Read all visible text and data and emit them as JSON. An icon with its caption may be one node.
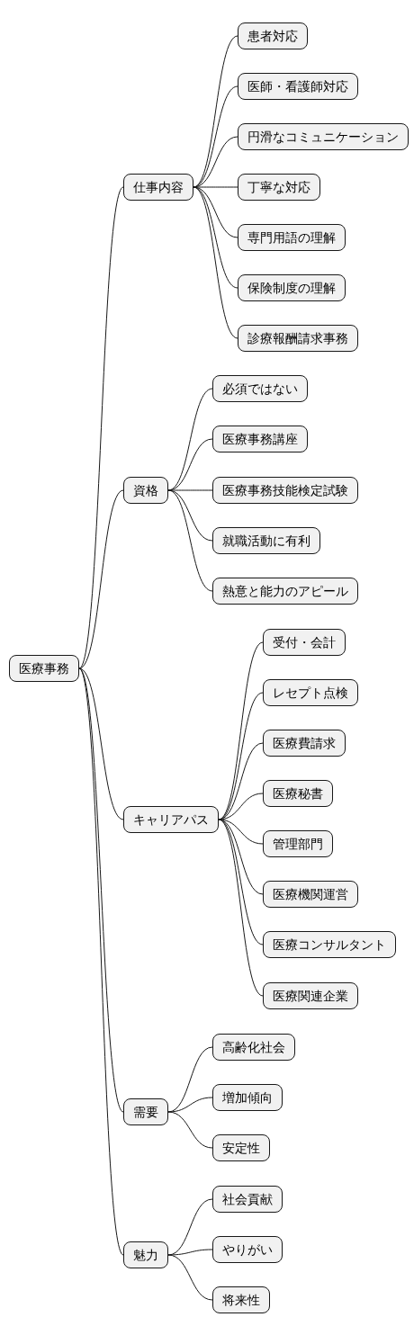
{
  "diagram": {
    "nodes": [
      {
        "text": [
          "医療事務"
        ]
      },
      {
        "text": [
          "仕事内容"
        ]
      },
      {
        "text": [
          "患者対応"
        ]
      },
      {
        "text": [
          "医師・看護師対応"
        ]
      },
      {
        "text": [
          "円滑なコミュニケーション"
        ]
      },
      {
        "text": [
          "丁寧な対応"
        ]
      },
      {
        "text": [
          "専門用語の理解"
        ]
      },
      {
        "text": [
          "保険制度の理解"
        ]
      },
      {
        "text": [
          "診療報酬請求事務"
        ]
      },
      {
        "text": [
          "資格"
        ]
      },
      {
        "text": [
          "必須ではない"
        ]
      },
      {
        "text": [
          "医療事務講座"
        ]
      },
      {
        "text": [
          "医療事務技能検定試験"
        ]
      },
      {
        "text": [
          "就職活動に有利"
        ]
      },
      {
        "text": [
          "熱意と能力のアピール"
        ]
      },
      {
        "text": [
          "キャリアパス"
        ]
      },
      {
        "text": [
          "受付・会計"
        ]
      },
      {
        "text": [
          "レセプト点検"
        ]
      },
      {
        "text": [
          "医療費請求"
        ]
      },
      {
        "text": [
          "医療秘書"
        ]
      },
      {
        "text": [
          "管理部門"
        ]
      },
      {
        "text": [
          "医療機関運営"
        ]
      },
      {
        "text": [
          "医療コンサルタント"
        ]
      },
      {
        "text": [
          "医療関連企業"
        ]
      },
      {
        "text": [
          "需要"
        ]
      },
      {
        "text": [
          "高齢化社会"
        ]
      },
      {
        "text": [
          "増加傾向"
        ]
      },
      {
        "text": [
          "安定性"
        ]
      },
      {
        "text": [
          "魅力"
        ]
      },
      {
        "text": [
          "社会貢献"
        ]
      },
      {
        "text": [
          "やりがい"
        ]
      },
      {
        "text": [
          "将来性"
        ]
      }
    ],
    "edges": [
      {
        "from": 0,
        "to": 1,
        "arrow": "none"
      },
      {
        "from": 1,
        "to": 2,
        "arrow": "none"
      },
      {
        "from": 1,
        "to": 3,
        "arrow": "none"
      },
      {
        "from": 1,
        "to": 4,
        "arrow": "none"
      },
      {
        "from": 1,
        "to": 5,
        "arrow": "none"
      },
      {
        "from": 1,
        "to": 6,
        "arrow": "none"
      },
      {
        "from": 1,
        "to": 7,
        "arrow": "none"
      },
      {
        "from": 1,
        "to": 8,
        "arrow": "none"
      },
      {
        "from": 0,
        "to": 9,
        "arrow": "none"
      },
      {
        "from": 9,
        "to": 10,
        "arrow": "none"
      },
      {
        "from": 9,
        "to": 11,
        "arrow": "none"
      },
      {
        "from": 9,
        "to": 12,
        "arrow": "none"
      },
      {
        "from": 9,
        "to": 13,
        "arrow": "none"
      },
      {
        "from": 9,
        "to": 14,
        "arrow": "none"
      },
      {
        "from": 0,
        "to": 15,
        "arrow": "none"
      },
      {
        "from": 15,
        "to": 16,
        "arrow": "none"
      },
      {
        "from": 15,
        "to": 17,
        "arrow": "none"
      },
      {
        "from": 15,
        "to": 18,
        "arrow": "none"
      },
      {
        "from": 15,
        "to": 19,
        "arrow": "none"
      },
      {
        "from": 15,
        "to": 20,
        "arrow": "none"
      },
      {
        "from": 15,
        "to": 21,
        "arrow": "none"
      },
      {
        "from": 15,
        "to": 22,
        "arrow": "none"
      },
      {
        "from": 15,
        "to": 23,
        "arrow": "none"
      },
      {
        "from": 0,
        "to": 24,
        "arrow": "none"
      },
      {
        "from": 24,
        "to": 25,
        "arrow": "none"
      },
      {
        "from": 24,
        "to": 26,
        "arrow": "none"
      },
      {
        "from": 24,
        "to": 27,
        "arrow": "none"
      },
      {
        "from": 0,
        "to": 28,
        "arrow": "none"
      },
      {
        "from": 28,
        "to": 29,
        "arrow": "none"
      },
      {
        "from": 28,
        "to": 30,
        "arrow": "none"
      },
      {
        "from": 28,
        "to": 31,
        "arrow": "none"
      }
    ]
  }
}
